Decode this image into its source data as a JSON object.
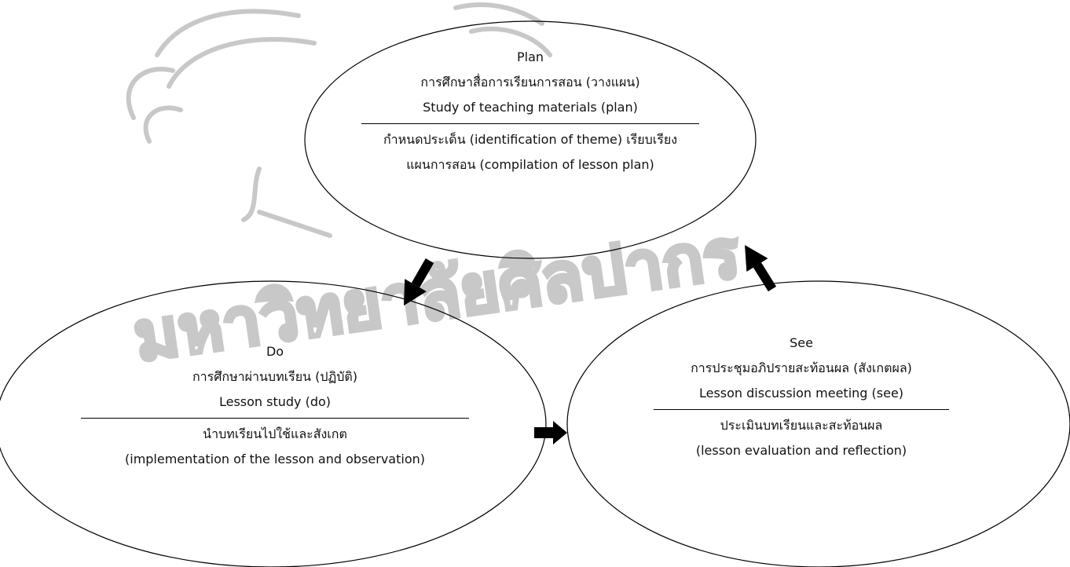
{
  "diagram": {
    "nodes": [
      {
        "id": "plan",
        "title": "Plan",
        "lines_above": [
          "การศึกษาสื่อการเรียนการสอน (วางแผน)",
          "Study of teaching materials (plan)"
        ],
        "lines_below": [
          "กำหนดประเด็น (identification of theme) เรียบเรียง",
          "แผนการสอน (compilation of lesson plan)"
        ]
      },
      {
        "id": "do",
        "title": "Do",
        "lines_above": [
          "การศึกษาผ่านบทเรียน (ปฏิบัติ)",
          "Lesson study (do)"
        ],
        "lines_below": [
          "นำบทเรียนไปใช้และสังเกต",
          "(implementation of the lesson and observation)"
        ]
      },
      {
        "id": "see",
        "title": "See",
        "lines_above": [
          "การประชุมอภิปรายสะท้อนผล (สังเกตผล)",
          "Lesson discussion meeting (see)"
        ],
        "lines_below": [
          "ประเมินบทเรียนและสะท้อนผล",
          "(lesson evaluation and reflection)"
        ]
      }
    ],
    "arrows": [
      {
        "from": "plan",
        "to": "do"
      },
      {
        "from": "do",
        "to": "see"
      },
      {
        "from": "see",
        "to": "plan"
      }
    ],
    "watermark": {
      "text": "มหาวิทยาลัยศิลปากร"
    },
    "colors": {
      "stroke": "#000000",
      "text": "#111111",
      "watermark": "#c8c8c8"
    }
  }
}
